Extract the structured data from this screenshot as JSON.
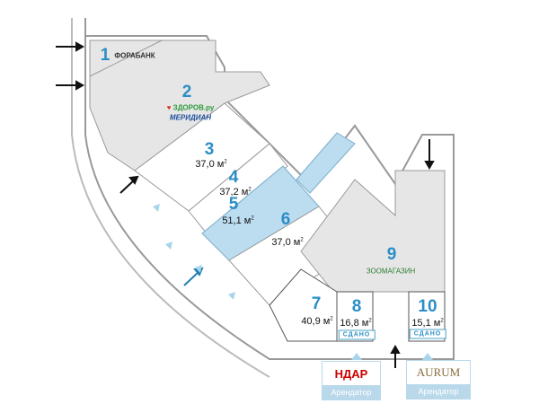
{
  "rooms": [
    {
      "number": "1",
      "brand": "ФОРАБАНК"
    },
    {
      "number": "2",
      "brand": "ЗДОРОВ.ру",
      "brand2": "МЕРИДИАН"
    },
    {
      "number": "3",
      "area": "37,0 м"
    },
    {
      "number": "4",
      "area": "37,2 м"
    },
    {
      "number": "5",
      "area": "51,1 м"
    },
    {
      "number": "6",
      "area": "37,0 м"
    },
    {
      "number": "7",
      "area": "40,9 м"
    },
    {
      "number": "8",
      "area": "16,8 м",
      "status": "СДАНО"
    },
    {
      "number": "9",
      "brand": "ЗООМАГАЗИН"
    },
    {
      "number": "10",
      "area": "15,1 м",
      "status": "СДАНО"
    }
  ],
  "area_unit_sup": "2",
  "tenants": [
    {
      "logo": "НДАР",
      "caption": "Арендатор"
    },
    {
      "logo": "AURUM",
      "caption": "Арендатор"
    }
  ],
  "colors": {
    "rented": "#e6e6e6",
    "highlight": "#bcdcef",
    "accent": "#2b8ec6"
  }
}
